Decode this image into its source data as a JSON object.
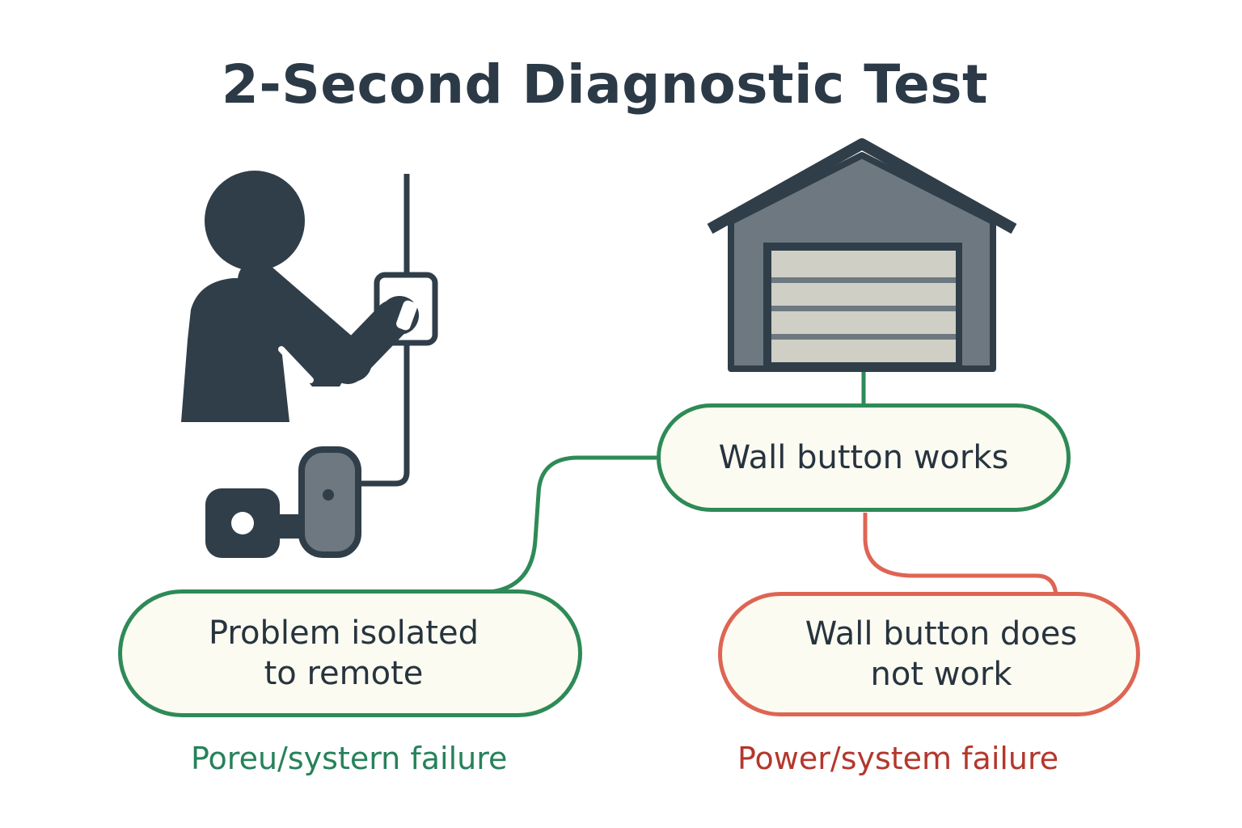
{
  "title": "2-Second Diagnostic Test",
  "nodes": {
    "wall_works": "Wall button works",
    "remote_isolated": {
      "line1": "Problem isolated",
      "line2": "to remote"
    },
    "wall_not_work": {
      "line1": "Wall button does",
      "line2": "not work"
    }
  },
  "captions": {
    "left": "Poreu/systern failure",
    "right": "Power/system failure"
  },
  "icons": {
    "person": "person-pressing-wall-button-icon",
    "garage": "garage-icon",
    "opener": "garage-opener-unit-icon"
  },
  "colors": {
    "dark": "#2f3e49",
    "gray": "#6e7880",
    "door": "#cfcfc6",
    "green": "#2e8a57",
    "red": "#de6553",
    "node_fill": "#fbfbf1",
    "caption_green": "#26825a",
    "caption_red": "#b4372c"
  }
}
